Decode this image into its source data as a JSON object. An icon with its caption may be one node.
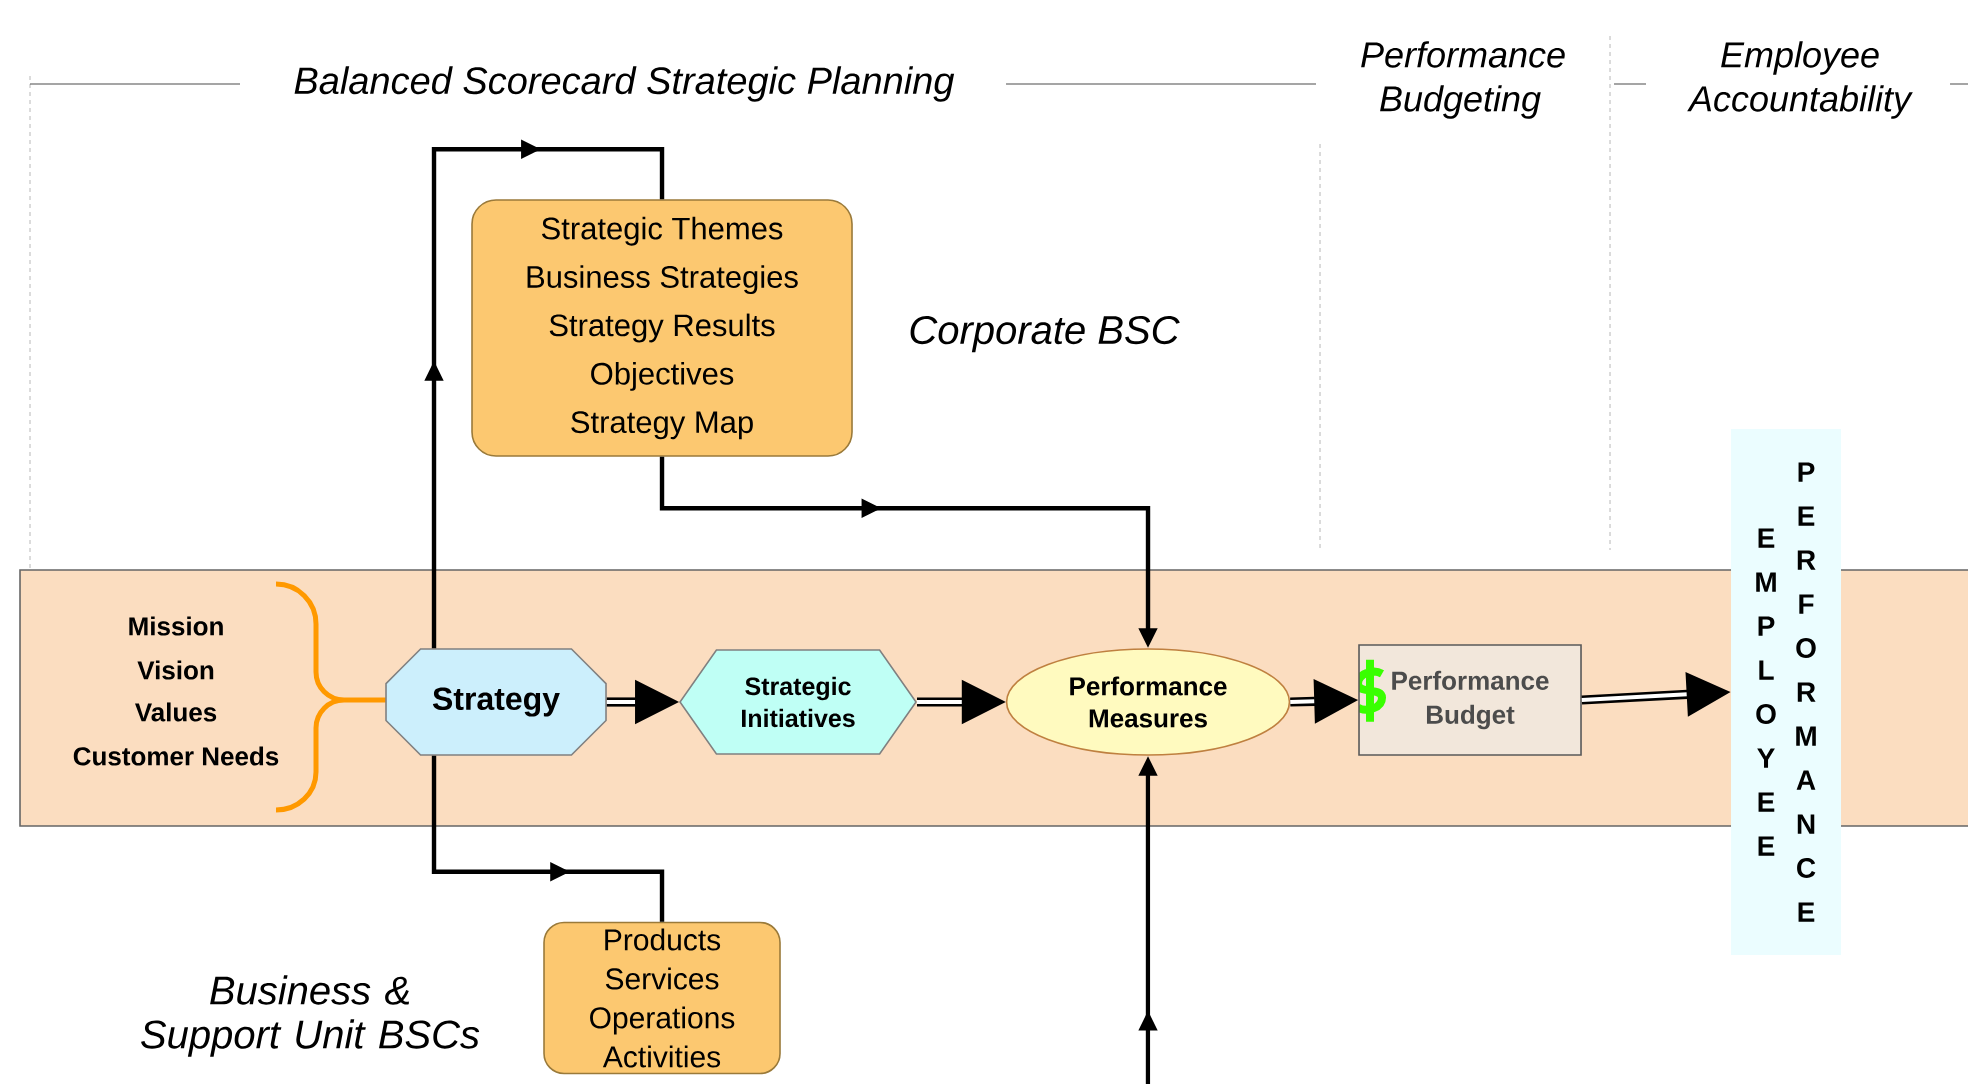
{
  "diagram": {
    "nodes": [
      {
        "text": [
          "Strategic Themes",
          "Business Strategies",
          "Strategy Results",
          "Objectives",
          "Strategy Map"
        ]
      },
      {
        "text": [
          "Strategy"
        ]
      },
      {
        "text": [
          "Strategic Initiatives"
        ]
      },
      {
        "text": [
          "Performance Measures"
        ]
      },
      {
        "text": [
          "Performance Budget"
        ]
      },
      {
        "text": [
          "EMPLOYEE",
          "PERFORMANCE"
        ]
      },
      {
        "text": [
          "Products",
          "Services",
          "Operations",
          "Activities"
        ]
      }
    ],
    "edges": [
      {
        "from": 1,
        "to": 0,
        "arrow": "to"
      },
      {
        "from": 0,
        "to": 3,
        "arrow": "to"
      },
      {
        "from": 1,
        "to": 6,
        "arrow": "to"
      },
      {
        "from": null,
        "to": 3,
        "arrow": "to"
      },
      {
        "from": 1,
        "to": 2,
        "arrow": "to",
        "style": "thick"
      },
      {
        "from": 2,
        "to": 3,
        "arrow": "to",
        "style": "thick"
      },
      {
        "from": 3,
        "to": 4,
        "arrow": "to",
        "style": "thick"
      },
      {
        "from": 4,
        "to": 5,
        "arrow": "to",
        "style": "thick"
      }
    ],
    "labels": [
      "Balanced Scorecard Strategic Planning",
      "Performance Budgeting",
      "Employee Accountability",
      "Corporate BSC",
      "Mission",
      "Vision",
      "Values",
      "Customer Needs",
      "Business & Support Unit BSCs"
    ]
  }
}
